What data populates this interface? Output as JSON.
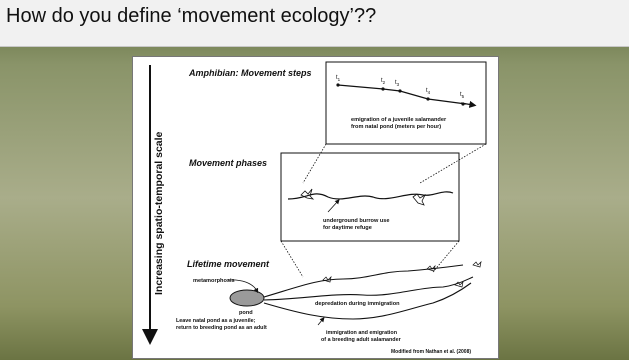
{
  "slide": {
    "title": "How do you define ‘movement ecology’??"
  },
  "figure": {
    "axis_label": "Increasing spatio-temporal scale",
    "sections": {
      "steps_title": "Amphibian:  Movement steps",
      "phases_title": "Movement phases",
      "lifetime_title": "Lifetime movement"
    },
    "steps_labels": [
      "t",
      "t",
      "t",
      "t",
      "t"
    ],
    "steps_subscripts": [
      "1",
      "2",
      "3",
      "4",
      "5"
    ],
    "steps_caption_line1": "emigration of a juvenile salamander",
    "steps_caption_line2": "from natal pond (meters per hour)",
    "phases_caption_line1": "underground burrow use",
    "phases_caption_line2": "for daytime refuge",
    "metamorphosis": "metamorphosis",
    "pond": "pond",
    "depredation": "depredation during immigration",
    "leave_line1": "Leave natal pond as a juvenile;",
    "leave_line2": "return to breeding pond as an adult",
    "immig_line1": "immigration and emigration",
    "immig_line2": "of a breeding adult salamander",
    "credit": "Modified from Nathan et al. (2008)"
  },
  "colors": {
    "title_bar": "#f1f1f1",
    "background_dark": "#5c6a3c",
    "background_light": "#a9ad8a",
    "pond_fill": "#9a9a9a"
  }
}
